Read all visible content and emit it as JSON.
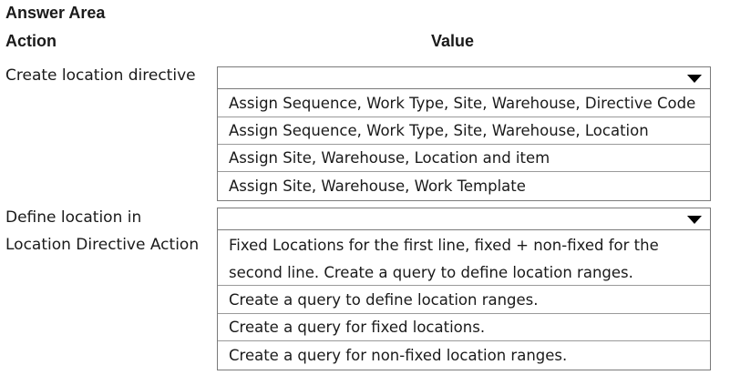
{
  "answer_area": {
    "title": "Answer Area",
    "col_action": "Action",
    "col_value": "Value"
  },
  "rows": [
    {
      "action_line1": "Create location directive",
      "action_line2": "",
      "selected": "",
      "options": [
        "Assign Sequence, Work Type, Site, Warehouse, Directive Code",
        "Assign Sequence, Work Type, Site, Warehouse, Location",
        "Assign Site, Warehouse, Location and item",
        "Assign Site, Warehouse, Work Template"
      ]
    },
    {
      "action_line1": "Define location in",
      "action_line2": "Location Directive Action",
      "selected": "",
      "options": [
        "Fixed Locations for the first line, fixed + non-fixed for the",
        "second line. Create a query to define location ranges.",
        "Create a query to define location ranges.",
        "Create a query for fixed locations.",
        "Create a query for non-fixed location ranges."
      ]
    }
  ]
}
